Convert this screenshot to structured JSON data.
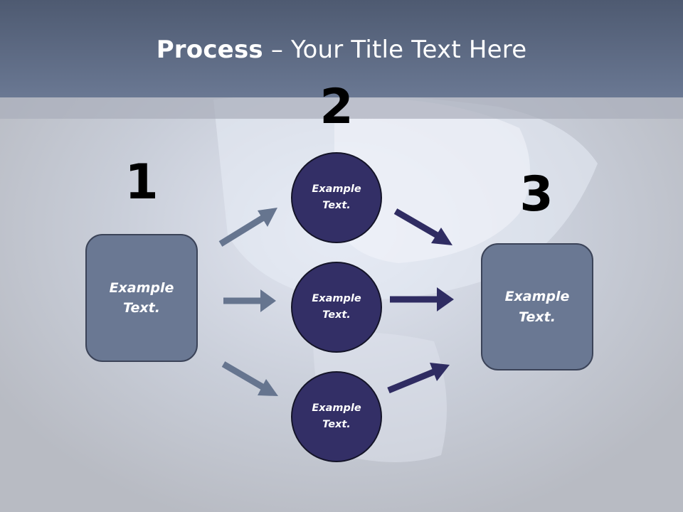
{
  "slide": {
    "title_bold": "Process",
    "title_rest": " – Your Title Text Here",
    "steps": {
      "one": "1",
      "two": "2",
      "three": "3"
    },
    "left_box": "Example\nText.",
    "right_box": "Example\nText.",
    "circles": [
      {
        "label": "Example\nText."
      },
      {
        "label": "Example\nText."
      },
      {
        "label": "Example\nText."
      }
    ]
  },
  "colors": {
    "header": "#66758f",
    "box_fill": "#6a7893",
    "circle_fill": "#332f66",
    "arrow_light": "#66758f",
    "arrow_dark": "#2f2c62"
  }
}
